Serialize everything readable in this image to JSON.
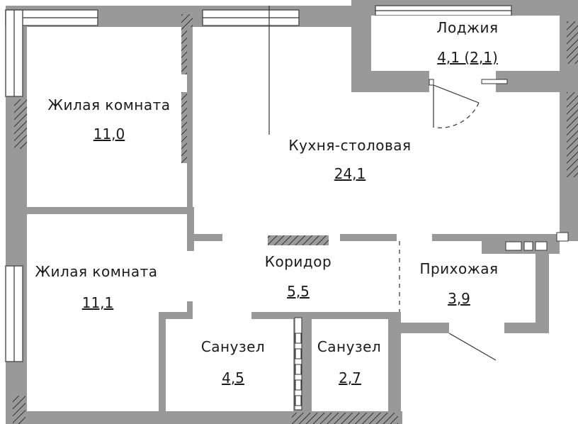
{
  "rooms": [
    {
      "name": "Жилая комната",
      "area": "11,0"
    },
    {
      "name": "Кухня-столовая",
      "area": "24,1"
    },
    {
      "name": "Лоджия",
      "area": "4,1 (2,1)"
    },
    {
      "name": "Жилая комната",
      "area": "11,1"
    },
    {
      "name": "Коридор",
      "area": "5,5"
    },
    {
      "name": "Прихожая",
      "area": "3,9"
    },
    {
      "name": "Санузел",
      "area": "4,5"
    },
    {
      "name": "Санузел",
      "area": "2,7"
    }
  ],
  "colors": {
    "wall": "#999999",
    "hatch": "#444444",
    "line": "#333333"
  }
}
